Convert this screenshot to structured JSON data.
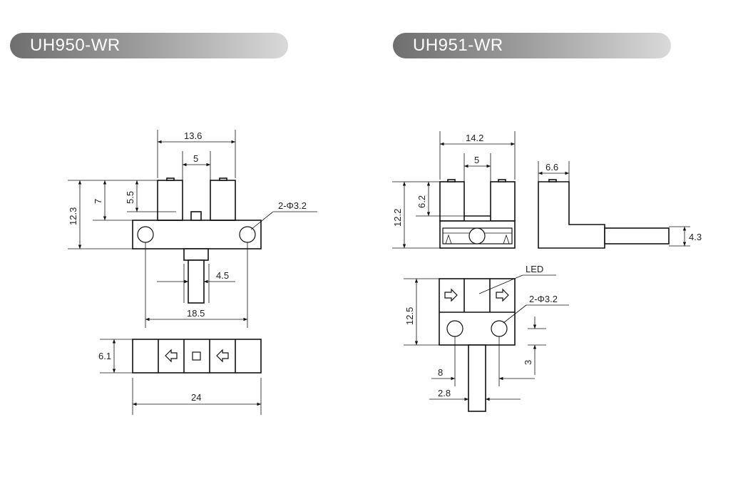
{
  "models": {
    "left": "UH950-WR",
    "right": "UH951-WR"
  },
  "dims_left": {
    "width_top": "13.6",
    "slot": "5",
    "height_total": "12.3",
    "height_arm": "7",
    "slot_depth": "5.5",
    "holes": "2-Φ3.2",
    "lead": "4.5",
    "hole_pitch": "18.5",
    "bottom_height": "6.1",
    "bottom_width": "24"
  },
  "dims_right": {
    "width_top": "14.2",
    "slot": "5",
    "height_total": "12.2",
    "slot_depth": "6.2",
    "side_width": "6.6",
    "side_height": "4.3",
    "led": "LED",
    "holes": "2-Φ3.2",
    "bottom_height": "12.5",
    "hole_offset": "3",
    "pitch": "8",
    "lead": "2.8"
  },
  "colors": {
    "pill_dark": "#6f6f6f",
    "pill_light": "#d9d9d9",
    "line": "#111111"
  }
}
